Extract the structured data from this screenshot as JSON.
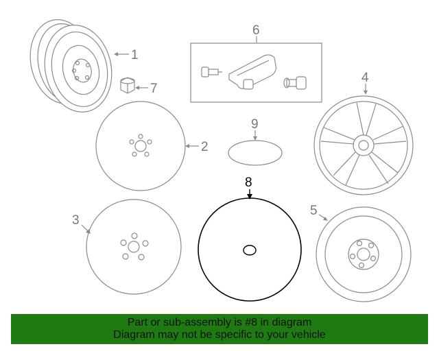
{
  "colors": {
    "banner_bg": "#1f7a12",
    "banner_text": "#111111",
    "part_stroke": "#8a8a8a",
    "highlight_stroke": "#000000"
  },
  "callouts": {
    "p1": "1",
    "p2": "2",
    "p3": "3",
    "p4": "4",
    "p5": "5",
    "p6": "6",
    "p7": "7",
    "p8": "8",
    "p9": "9"
  },
  "highlighted_part": "8",
  "banner": {
    "line1": "Part or sub-assembly is #8 in diagram",
    "line2": "Diagram may not be specific to your vehicle"
  }
}
